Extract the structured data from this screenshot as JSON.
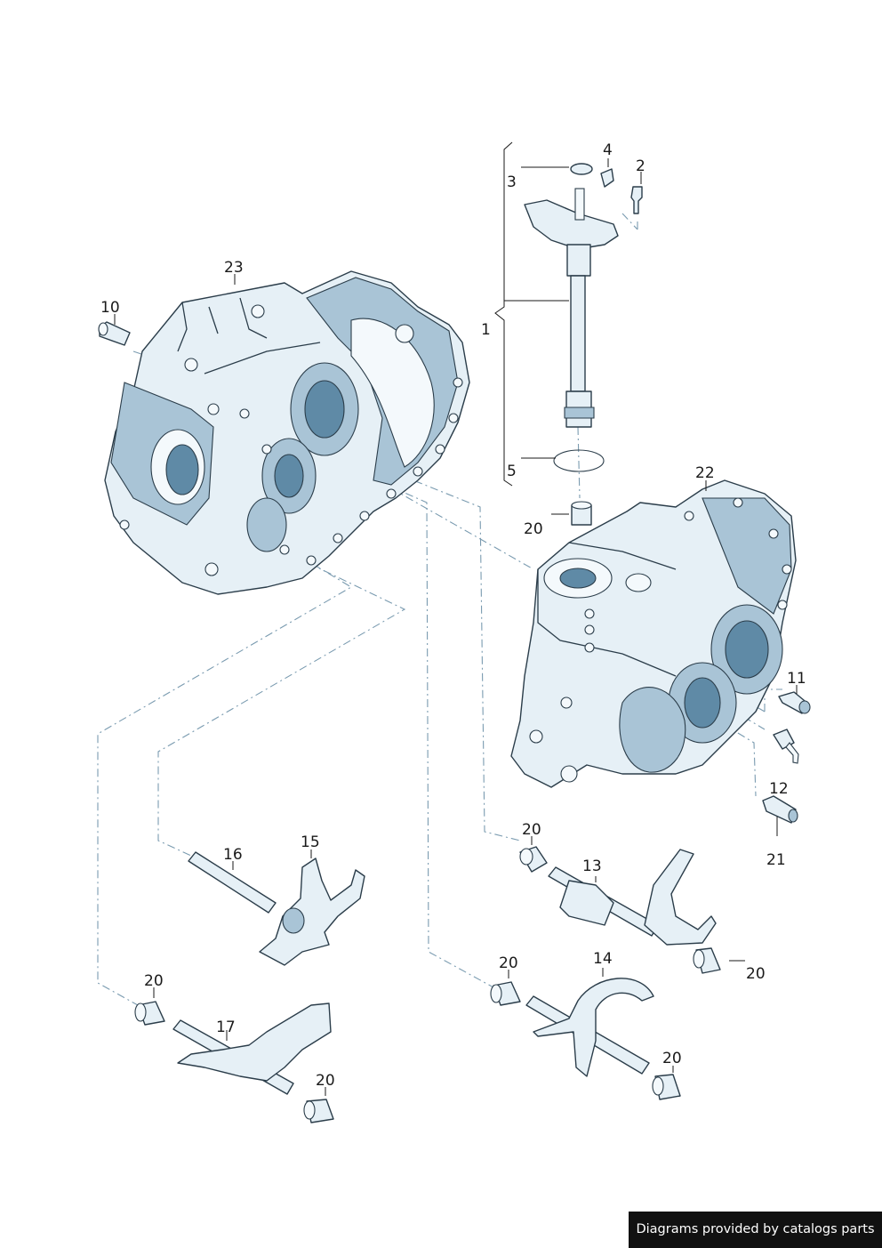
{
  "callouts": {
    "c1": "1",
    "c2": "2",
    "c3": "3",
    "c4": "4",
    "c5": "5",
    "c10": "10",
    "c11": "11",
    "c12": "12",
    "c13": "13",
    "c14": "14",
    "c15": "15",
    "c16": "16",
    "c17": "17",
    "c21": "21",
    "c22": "22",
    "c23": "23",
    "c20": "20"
  },
  "credit": "Diagrams provided by catalogs parts",
  "colors": {
    "part_fill": "#e6f0f6",
    "part_shade": "#a9c4d6",
    "part_dark": "#5f8aa6",
    "outline": "#2b3d4a",
    "leader": "#1a1a1a",
    "dash": "#7a9bb0"
  }
}
